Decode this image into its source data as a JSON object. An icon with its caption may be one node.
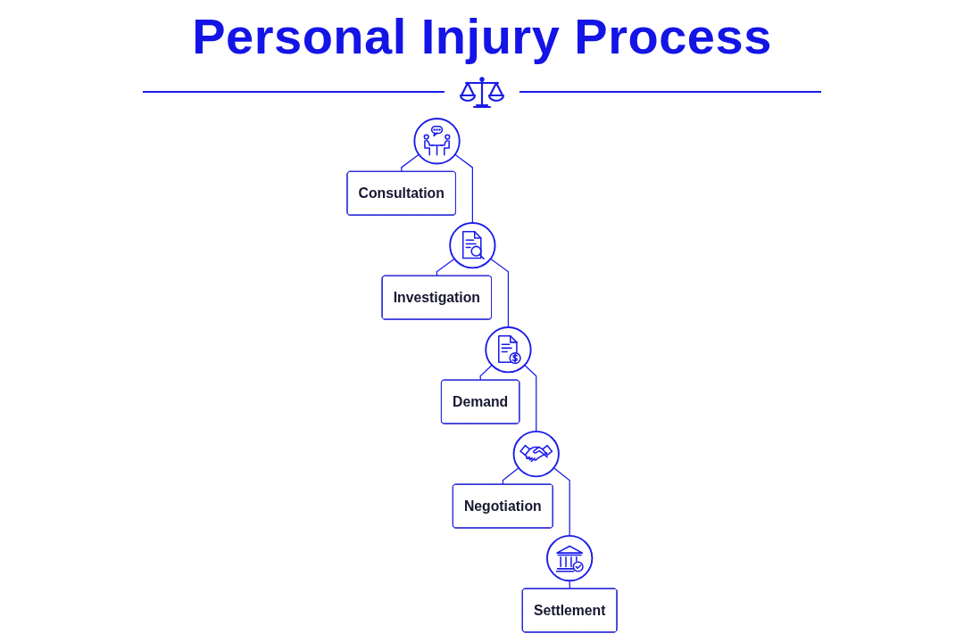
{
  "diagram": {
    "title": "Personal Injury Process",
    "nodes": [
      {
        "text": [],
        "shape": "circle"
      },
      {
        "text": [
          "Consultation"
        ]
      },
      {
        "text": [],
        "shape": "circle"
      },
      {
        "text": [
          "Investigation"
        ]
      },
      {
        "text": [],
        "shape": "circle"
      },
      {
        "text": [
          "Demand"
        ]
      },
      {
        "text": [],
        "shape": "circle"
      },
      {
        "text": [
          "Negotiation"
        ]
      },
      {
        "text": [],
        "shape": "circle"
      },
      {
        "text": [
          "Settlement"
        ]
      }
    ],
    "edges": [
      {
        "from": 0,
        "to": 2,
        "arrow": "none"
      },
      {
        "from": 0,
        "to": 1,
        "arrow": "none"
      },
      {
        "from": 2,
        "to": 4,
        "arrow": "none"
      },
      {
        "from": 2,
        "to": 3,
        "arrow": "none"
      },
      {
        "from": 4,
        "to": 6,
        "arrow": "none"
      },
      {
        "from": 4,
        "to": 5,
        "arrow": "none"
      },
      {
        "from": 6,
        "to": 8,
        "arrow": "none"
      },
      {
        "from": 6,
        "to": 7,
        "arrow": "none"
      },
      {
        "from": 8,
        "to": 9,
        "arrow": "none"
      }
    ]
  }
}
